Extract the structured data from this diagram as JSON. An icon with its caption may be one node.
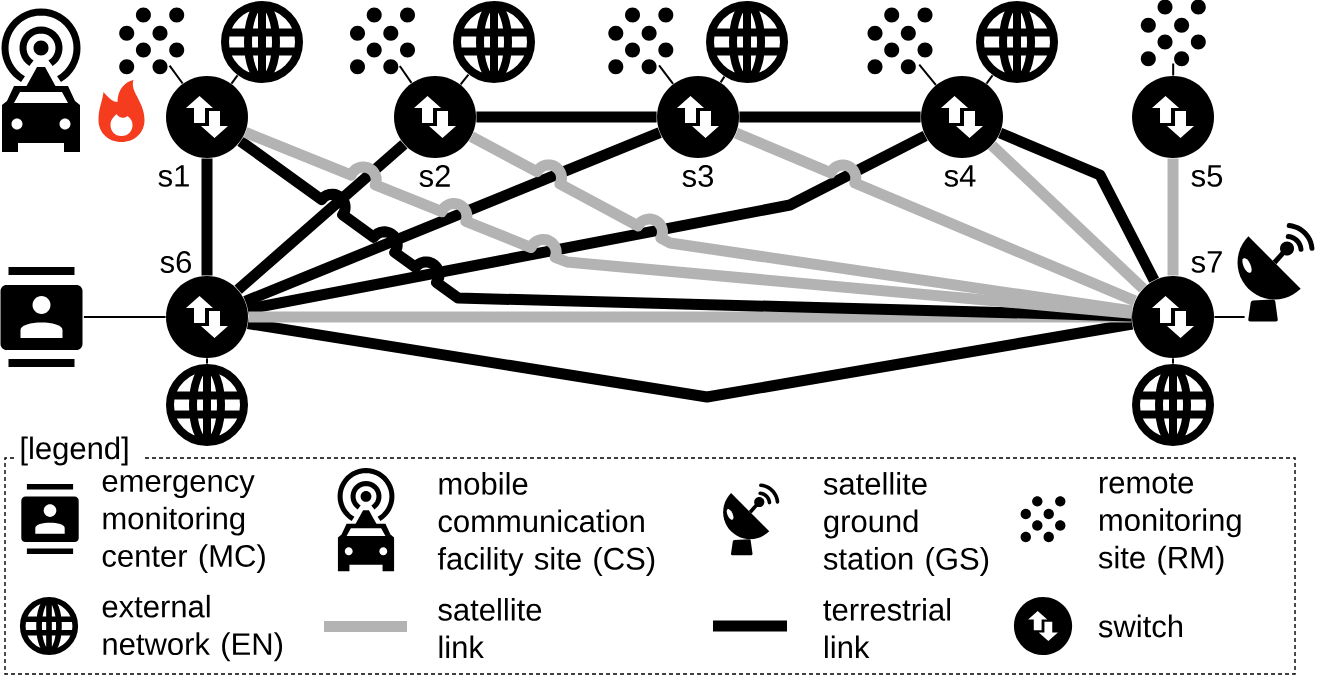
{
  "diagram": {
    "nodes": [
      {
        "text": [],
        "shape": "picture"
      },
      {
        "text": [],
        "shape": "picture"
      },
      {
        "text": [],
        "shape": "picture"
      },
      {
        "text": [],
        "shape": "picture"
      },
      {
        "text": [],
        "shape": "picture"
      },
      {
        "text": [],
        "shape": "picture"
      },
      {
        "text": [],
        "shape": "picture"
      },
      {
        "text": [],
        "shape": "picture"
      },
      {
        "text": [],
        "shape": "picture"
      },
      {
        "text": [],
        "shape": "picture"
      },
      {
        "text": [
          "s1"
        ]
      },
      {
        "text": [
          "s2"
        ]
      },
      {
        "text": [
          "s3"
        ]
      },
      {
        "text": [
          "s4"
        ]
      },
      {
        "text": [
          "s5"
        ]
      },
      {
        "text": [],
        "shape": "picture"
      },
      {
        "text": [
          "s6"
        ]
      },
      {
        "text": [
          "s7"
        ]
      },
      {
        "text": [],
        "shape": "picture"
      },
      {
        "text": [],
        "shape": "picture"
      },
      {
        "text": [],
        "shape": "picture"
      }
    ],
    "edges": [
      {
        "from": 10,
        "to": 16,
        "arrow": "none"
      },
      {
        "from": 11,
        "to": 12,
        "arrow": "none"
      },
      {
        "from": 12,
        "to": 13,
        "arrow": "none"
      },
      {
        "from": 10,
        "to": 17,
        "arrow": "none"
      },
      {
        "from": 11,
        "to": 16,
        "arrow": "none"
      },
      {
        "from": 12,
        "to": 16,
        "arrow": "none"
      },
      {
        "from": 13,
        "to": 16,
        "arrow": "none"
      },
      {
        "from": 13,
        "to": 17,
        "arrow": "none"
      },
      {
        "from": 16,
        "to": 17,
        "arrow": "none"
      },
      {
        "from": 10,
        "to": 17,
        "arrow": "none",
        "color": "#b3b3b3"
      },
      {
        "from": 11,
        "to": 17,
        "arrow": "none",
        "color": "#b3b3b3"
      },
      {
        "from": 12,
        "to": 17,
        "arrow": "none",
        "color": "#b3b3b3"
      },
      {
        "from": 13,
        "to": 17,
        "arrow": "none",
        "color": "#b3b3b3"
      },
      {
        "from": 14,
        "to": 17,
        "arrow": "none",
        "color": "#b3b3b3"
      },
      {
        "from": 16,
        "to": 17,
        "arrow": "none",
        "color": "#b3b3b3"
      },
      {
        "from": 1,
        "to": 10,
        "arrow": "none"
      },
      {
        "from": 2,
        "to": 10,
        "arrow": "none"
      },
      {
        "from": 3,
        "to": 11,
        "arrow": "none"
      },
      {
        "from": 4,
        "to": 11,
        "arrow": "none"
      },
      {
        "from": 5,
        "to": 12,
        "arrow": "none"
      },
      {
        "from": 6,
        "to": 12,
        "arrow": "none"
      },
      {
        "from": 7,
        "to": 13,
        "arrow": "none"
      },
      {
        "from": 8,
        "to": 13,
        "arrow": "none"
      },
      {
        "from": 9,
        "to": 14,
        "arrow": "none"
      },
      {
        "from": 15,
        "to": 16,
        "arrow": "none"
      },
      {
        "from": 16,
        "to": 19,
        "arrow": "none"
      },
      {
        "from": 17,
        "to": 18,
        "arrow": "none"
      },
      {
        "from": 17,
        "to": 20,
        "arrow": "none"
      }
    ],
    "labels": [
      "[legend]"
    ],
    "legend": [
      {
        "text": "emergency monitoring center (MC)"
      },
      {
        "text": "mobile communication facility site (CS)"
      },
      {
        "text": "satellite ground station (GS)"
      },
      {
        "text": "remote monitoring site (RM)"
      },
      {
        "text": "external network (EN)"
      },
      {
        "text": "satellite link"
      },
      {
        "text": "terrestrial link"
      },
      {
        "text": "switch"
      }
    ]
  }
}
